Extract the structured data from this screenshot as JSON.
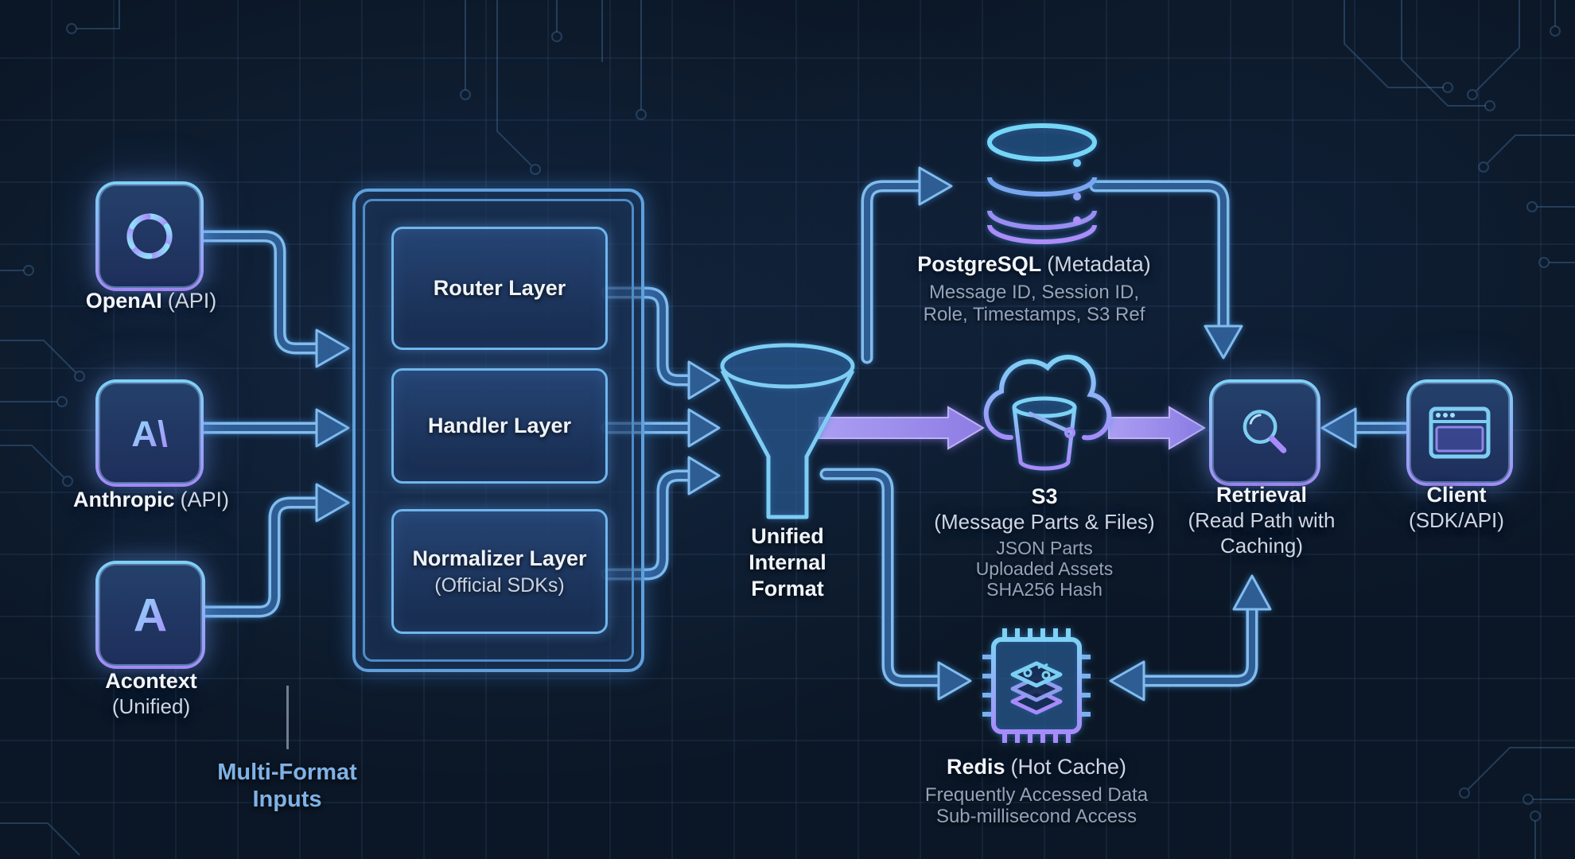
{
  "palette": {
    "background": "#0b1726",
    "pipe_blue_outline": "#82bcec",
    "pipe_blue_fill": "#2e5d94",
    "purple_arrow": "#9b8cf0",
    "tile_gradient_top": "#7ed2f4",
    "tile_gradient_bottom": "#a78bfa",
    "label_white": "#f2f6fc",
    "label_gray": "#93a3bd",
    "caption_blue": "#7fb2e6"
  },
  "sources": [
    {
      "name": "OpenAI",
      "suffix": "(API)",
      "icon": "openai-knot-icon",
      "logo_glyph": ""
    },
    {
      "name": "Anthropic",
      "suffix": "(API)",
      "icon": "anthropic-logo-icon",
      "logo_glyph": "A\\"
    },
    {
      "name": "Acontext",
      "suffix": "(Unified)",
      "icon": "acontext-a-icon",
      "logo_glyph": "A"
    }
  ],
  "inputs_caption": {
    "line1": "Multi-Format",
    "line2": "Inputs"
  },
  "pipeline": {
    "layers": [
      {
        "title": "Router Layer",
        "subtitle": ""
      },
      {
        "title": "Handler Layer",
        "subtitle": ""
      },
      {
        "title": "Normalizer Layer",
        "subtitle": "(Official SDKs)"
      }
    ]
  },
  "funnel_label": {
    "line1": "Unified",
    "line2": "Internal",
    "line3": "Format"
  },
  "stores": {
    "postgres": {
      "name": "PostgreSQL",
      "suffix": "(Metadata)",
      "icon": "database-cylinder-icon",
      "details": [
        "Message ID, Session ID,",
        "Role, Timestamps, S3 Ref"
      ]
    },
    "s3": {
      "name": "S3",
      "suffix": "(Message Parts & Files)",
      "icon": "cloud-bucket-icon",
      "details": [
        "JSON Parts",
        "Uploaded Assets",
        "SHA256 Hash"
      ]
    },
    "redis": {
      "name": "Redis",
      "suffix": "(Hot Cache)",
      "icon": "cache-chip-icon",
      "details": [
        "Frequently Accessed Data",
        "Sub-millisecond Access"
      ]
    }
  },
  "retrieval": {
    "name": "Retrieval",
    "suffix_lines": [
      "(Read Path with",
      "Caching)"
    ],
    "icon": "magnifier-icon"
  },
  "client": {
    "name": "Client",
    "suffix": "(SDK/API)",
    "icon": "browser-window-icon"
  }
}
